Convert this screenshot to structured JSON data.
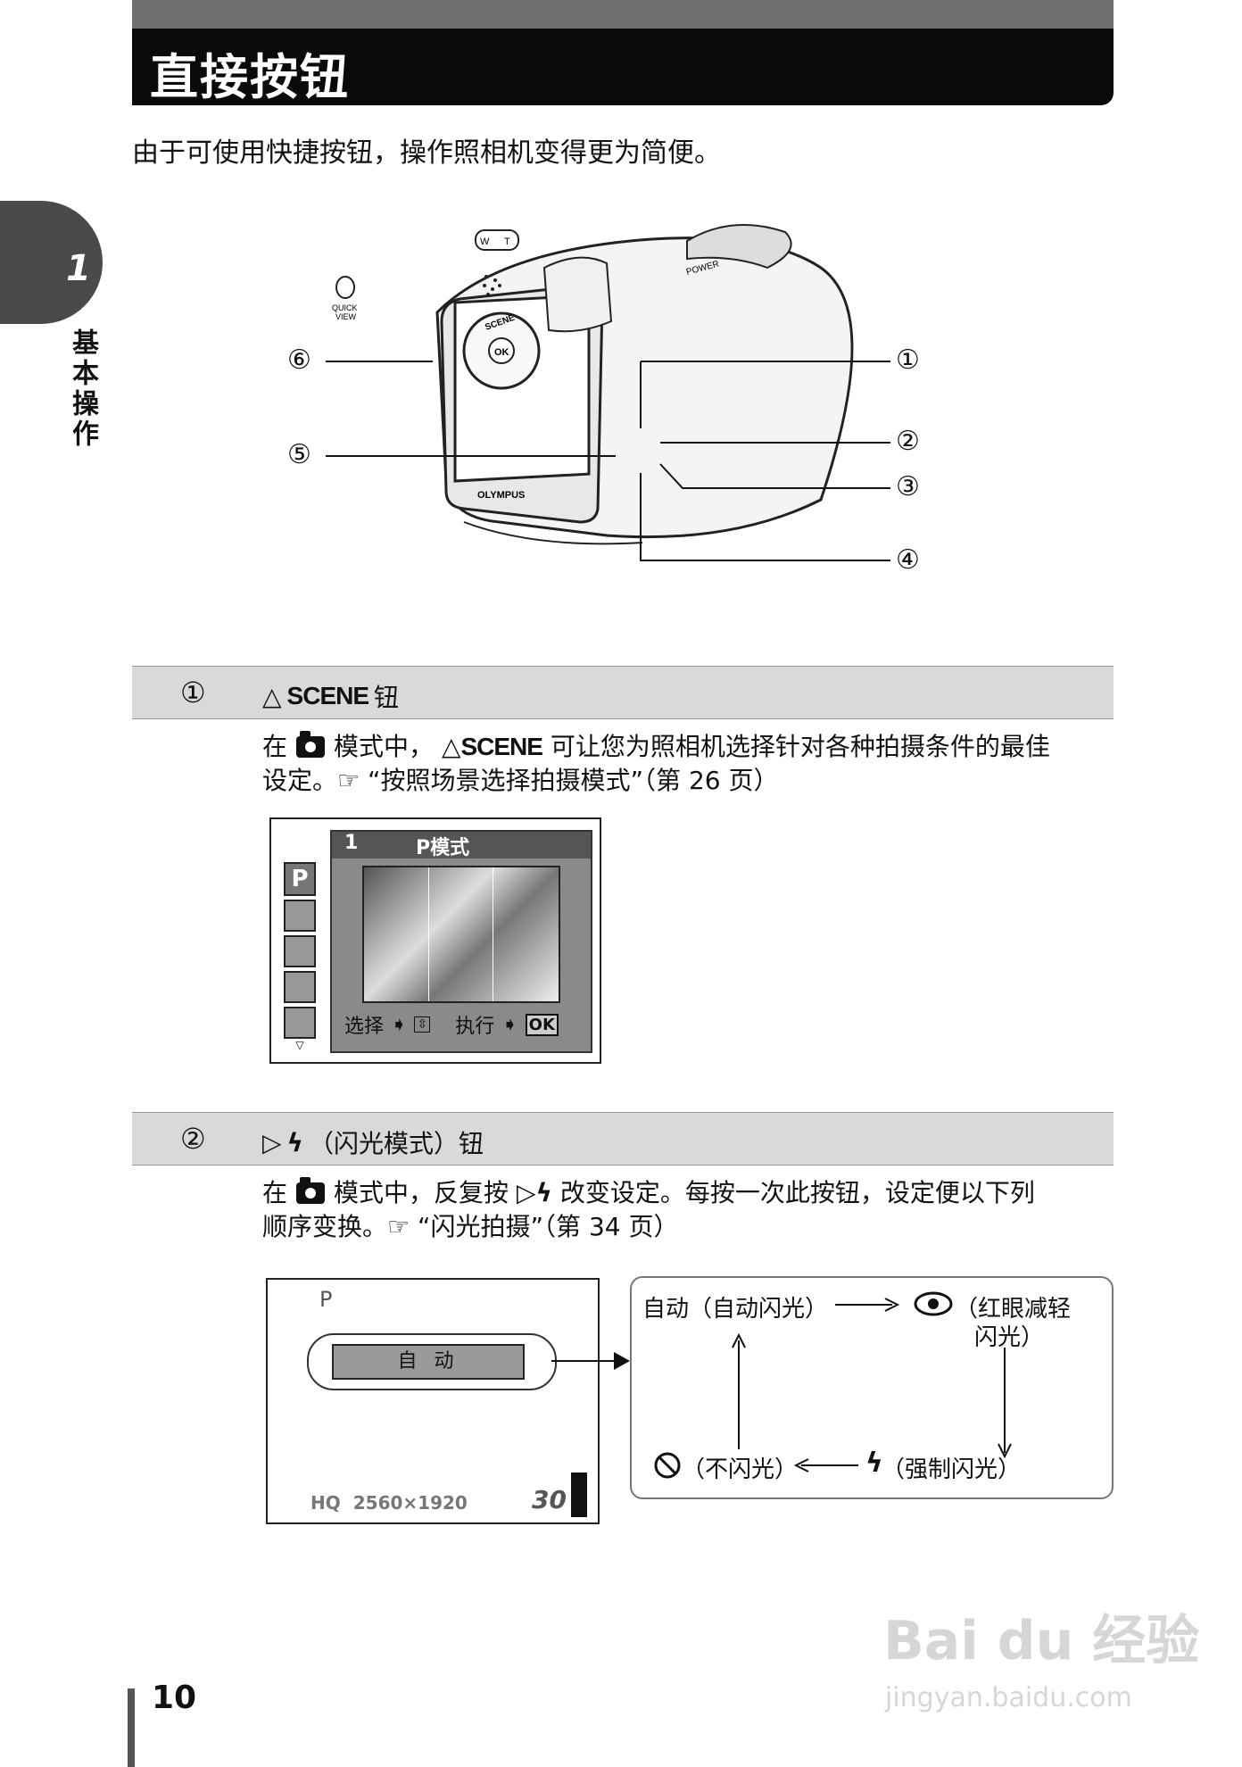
{
  "header": {
    "title": "直接按钮",
    "intro": "由于可使用快捷按钮，操作照相机变得更为简便。"
  },
  "side_tab": {
    "number": "1",
    "label": "基本操作"
  },
  "camera_figure": {
    "callouts": [
      "①",
      "②",
      "③",
      "④",
      "⑤",
      "⑥"
    ],
    "labels": {
      "power": "POWER",
      "zoom_w": "W",
      "zoom_t": "T",
      "quick_view": "QUICK VIEW",
      "scene": "SCENE",
      "ok": "OK",
      "brand": "OLYMPUS"
    }
  },
  "section1": {
    "number": "①",
    "title_symbol": "△",
    "title_scene": "SCENE",
    "title_suffix": "钮",
    "body_prefix": "在",
    "body_mid": "模式中，",
    "body_scene_symbol": "△",
    "body_scene": "SCENE",
    "body_rest": "可让您为照相机选择针对各种拍摄条件的最佳",
    "body_line2_prefix": "设定。",
    "ref_icon": "☞",
    "body_line2_rest": "“按照场景选择拍摄模式”（第 26 页）",
    "screen": {
      "header_num": "1",
      "header_title": "P模式",
      "left_icons": [
        "P",
        "portrait-icon",
        "landscape-icon",
        "landscape-portrait-icon",
        "night-scene-icon"
      ],
      "footer_select": "选择",
      "footer_exec": "执行",
      "footer_ok": "OK"
    }
  },
  "section2": {
    "number": "②",
    "title_symbol": "▷",
    "title_flash": "ϟ",
    "title_suffix": "（闪光模式）钮",
    "body_prefix": "在",
    "body_mid": "模式中，反复按",
    "body_rest": "改变设定。每按一次此按钮，设定便以下列",
    "body_line2_prefix": "顺序变换。",
    "ref_icon": "☞",
    "body_line2_rest": "“闪光拍摄”（第 34 页）",
    "screen": {
      "mode": "P",
      "pill_label": "自 动",
      "quality": "HQ",
      "resolution": "2560×1920",
      "shots": "30"
    },
    "diagram": {
      "auto": "自动（自动闪光）",
      "redeye_line1": "（红眼减轻",
      "redeye_line2": "闪光）",
      "forced": "（强制闪光）",
      "off": "（不闪光）"
    }
  },
  "footer": {
    "page_number": "10",
    "watermark": "Bai du 经验",
    "watermark_url": "jingyan.baidu.com"
  }
}
